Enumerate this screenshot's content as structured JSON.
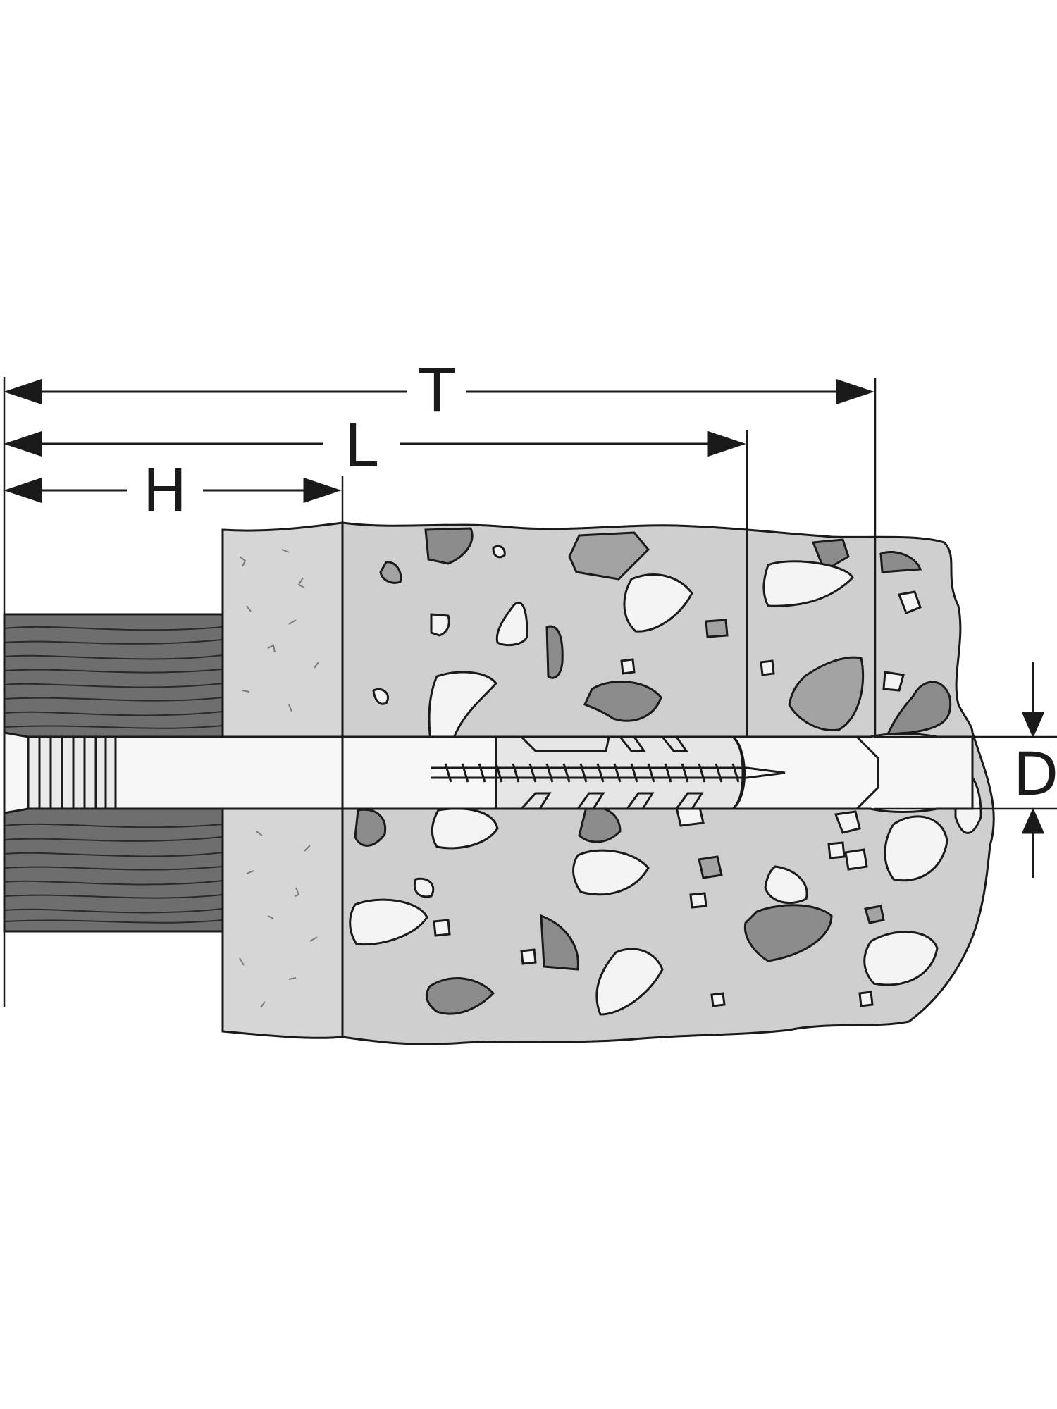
{
  "labels": {
    "T": "T",
    "L": "L",
    "H": "H",
    "D": "D"
  },
  "colors": {
    "line": "#1a1a1a",
    "wood": "#6e6e6e",
    "plaster": "#d6d6d6",
    "concrete": "#cfcfcf",
    "stone_dark": "#8c8c8c",
    "stone_light": "#f4f4f4",
    "hole": "#f7f7f7"
  }
}
